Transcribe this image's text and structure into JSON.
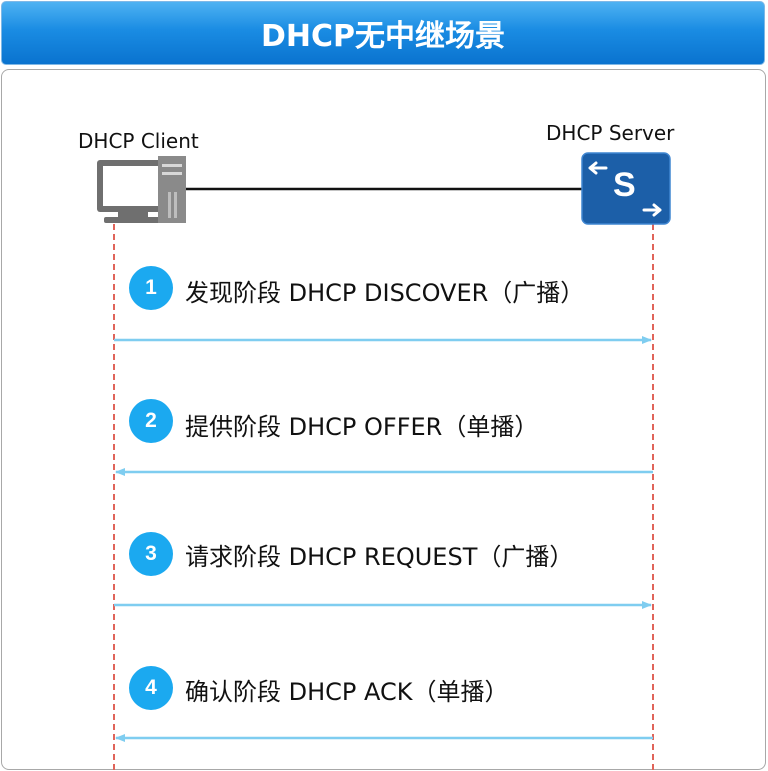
{
  "title": "DHCP无中继场景",
  "nodes": {
    "client": {
      "label": "DHCP Client",
      "icon": "computer-icon"
    },
    "server": {
      "label": "DHCP Server",
      "icon": "switch-server-icon",
      "badge": "S"
    }
  },
  "steps": [
    {
      "number": "1",
      "label": "发现阶段 DHCP DISCOVER（广播）",
      "direction": "client-to-server"
    },
    {
      "number": "2",
      "label": "提供阶段 DHCP OFFER（单播）",
      "direction": "server-to-client"
    },
    {
      "number": "3",
      "label": "请求阶段 DHCP REQUEST（广播）",
      "direction": "client-to-server"
    },
    {
      "number": "4",
      "label": "确认阶段 DHCP ACK（单播）",
      "direction": "server-to-client"
    }
  ],
  "colors": {
    "title_blue": "#1a8ce3",
    "badge_blue": "#1ba9f0",
    "arrow_blue": "#7fcdf0",
    "lifeline_red": "#e0645a",
    "server_blue": "#1c5fa8"
  }
}
